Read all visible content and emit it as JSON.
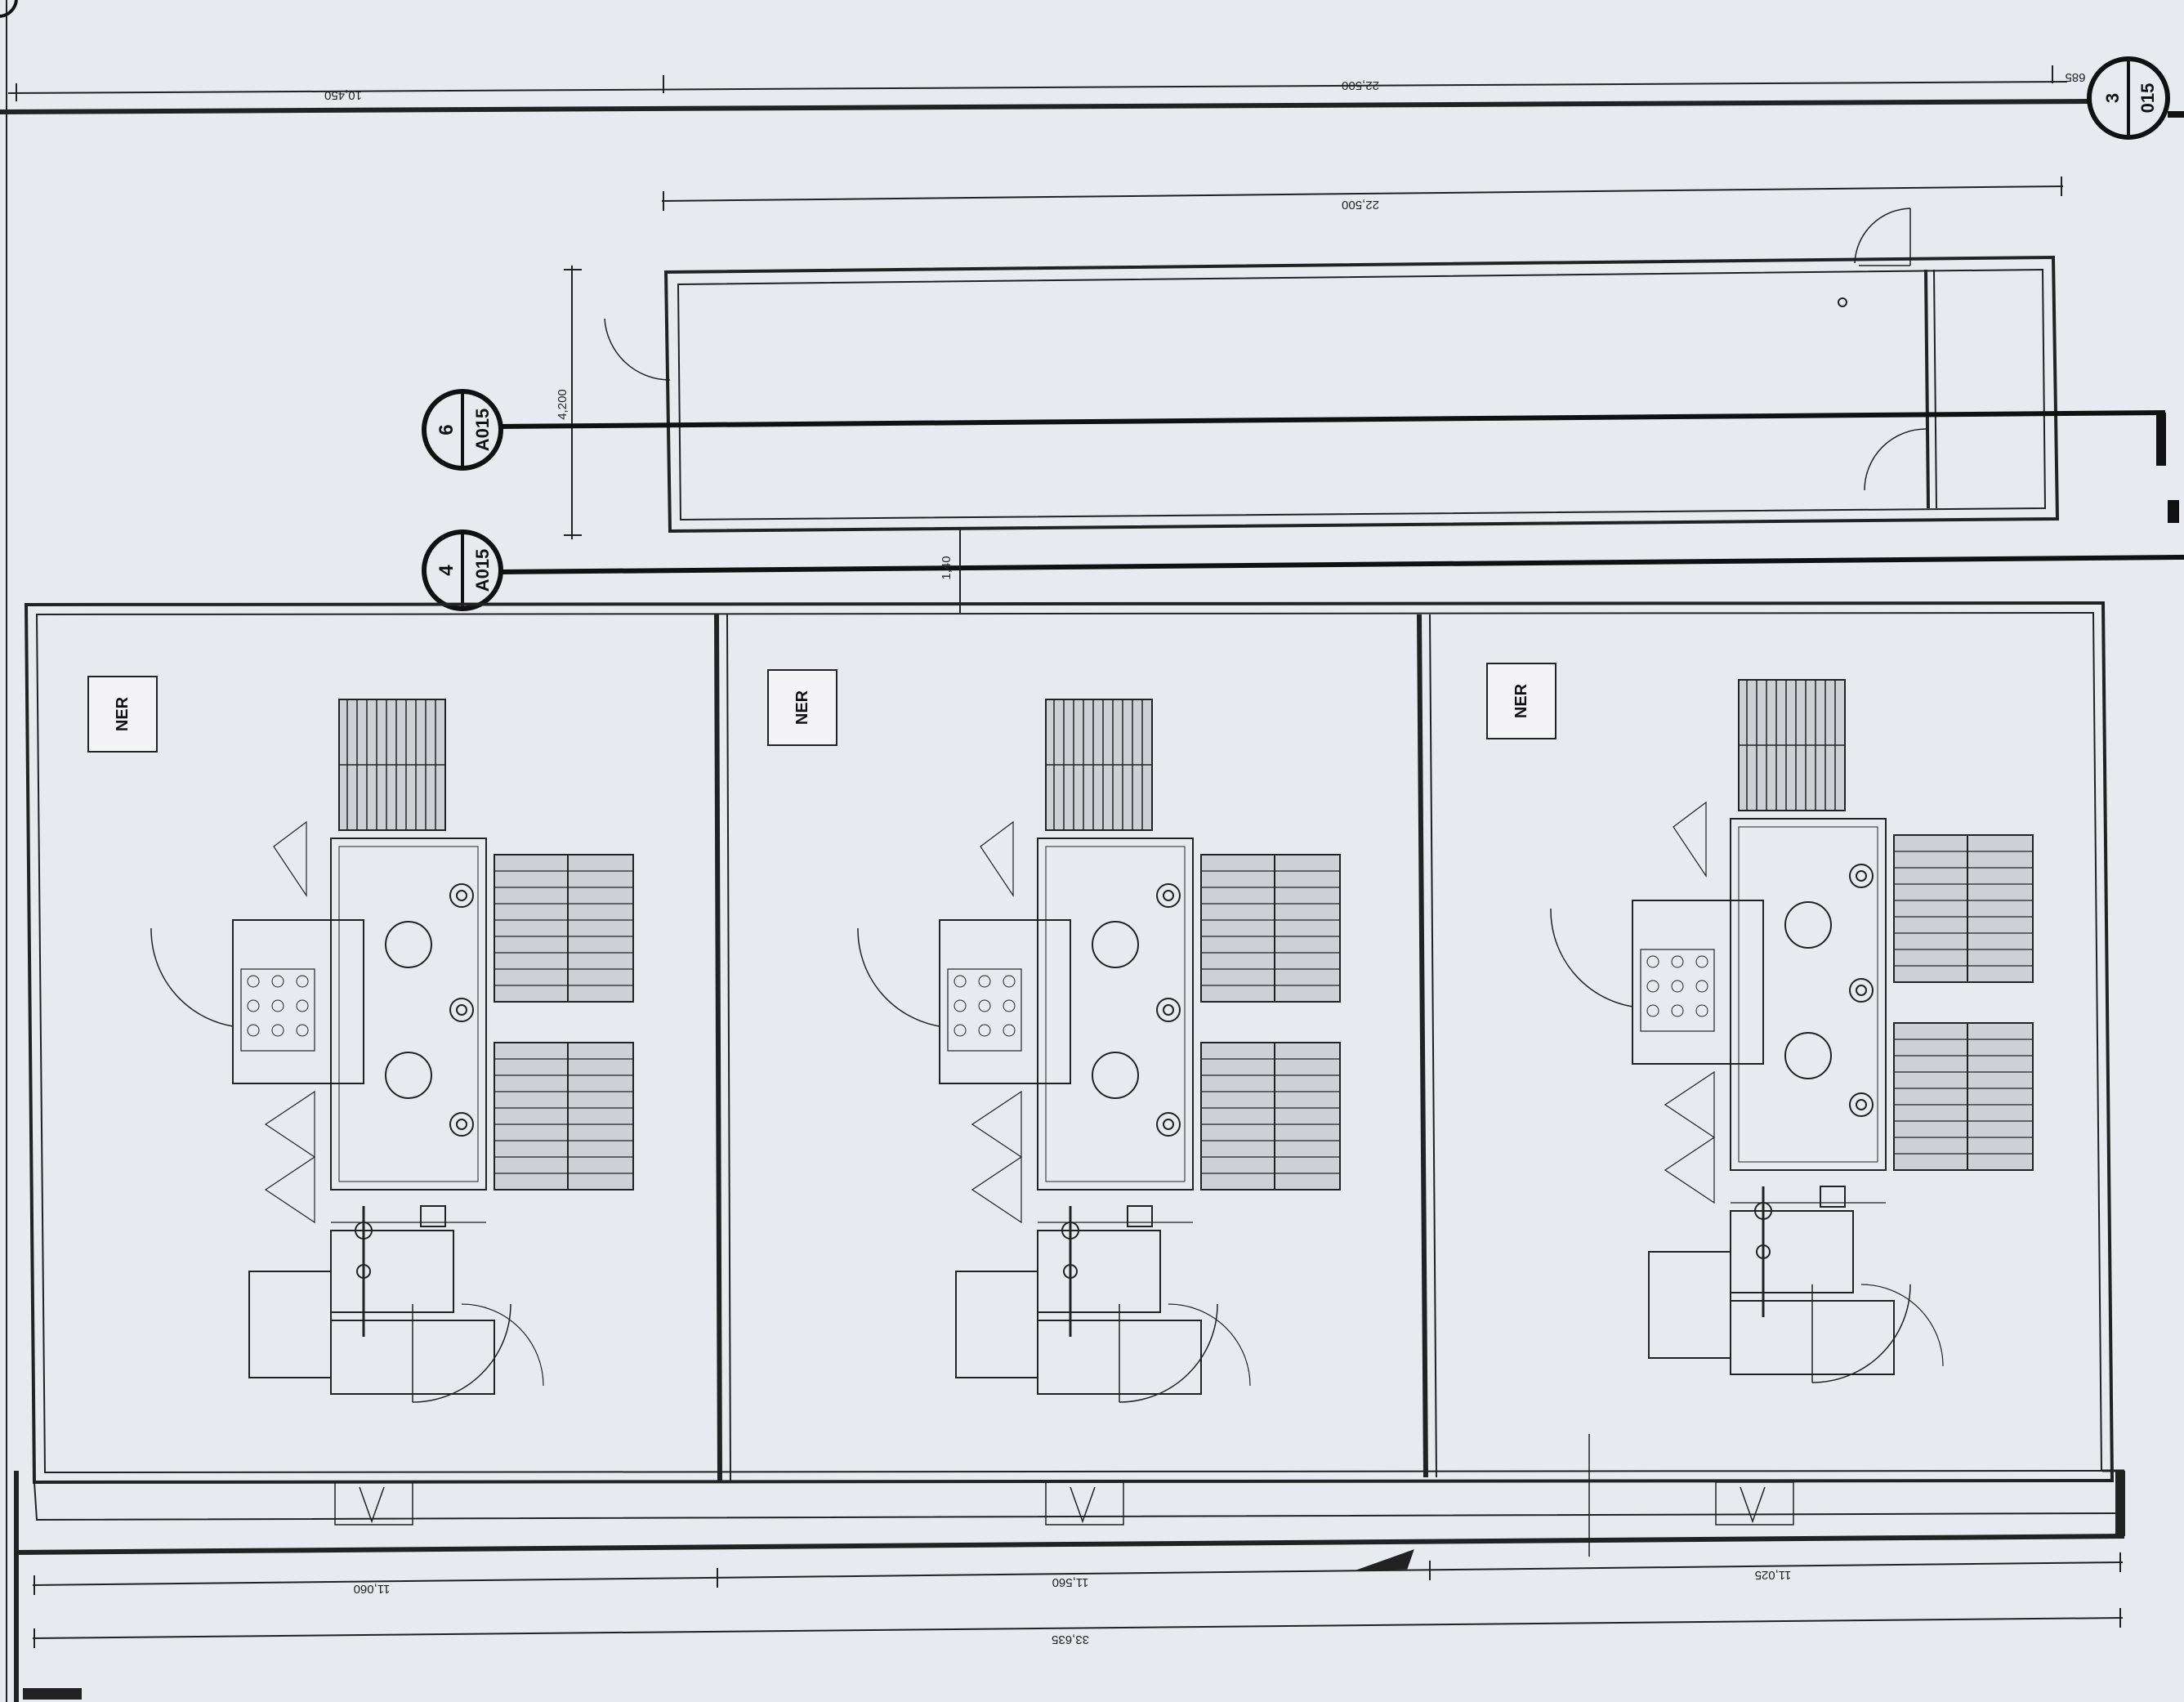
{
  "drawing": {
    "dimensions": {
      "top_left": "10,450",
      "top_middle": "22,500",
      "top_right": "685",
      "room_length": "22,500",
      "room_depth": "4,200",
      "gap": "1,40",
      "bay_1": "11,060",
      "bay_2": "11,560",
      "bay_3": "11,025",
      "overall": "33,635"
    },
    "section_markers": [
      {
        "number": "6",
        "sheet": "A015"
      },
      {
        "number": "4",
        "sheet": "A015"
      },
      {
        "number": "3",
        "sheet": "015"
      }
    ],
    "bays": [
      {
        "label": "NER"
      },
      {
        "label": "NER"
      },
      {
        "label": "NER"
      }
    ]
  }
}
